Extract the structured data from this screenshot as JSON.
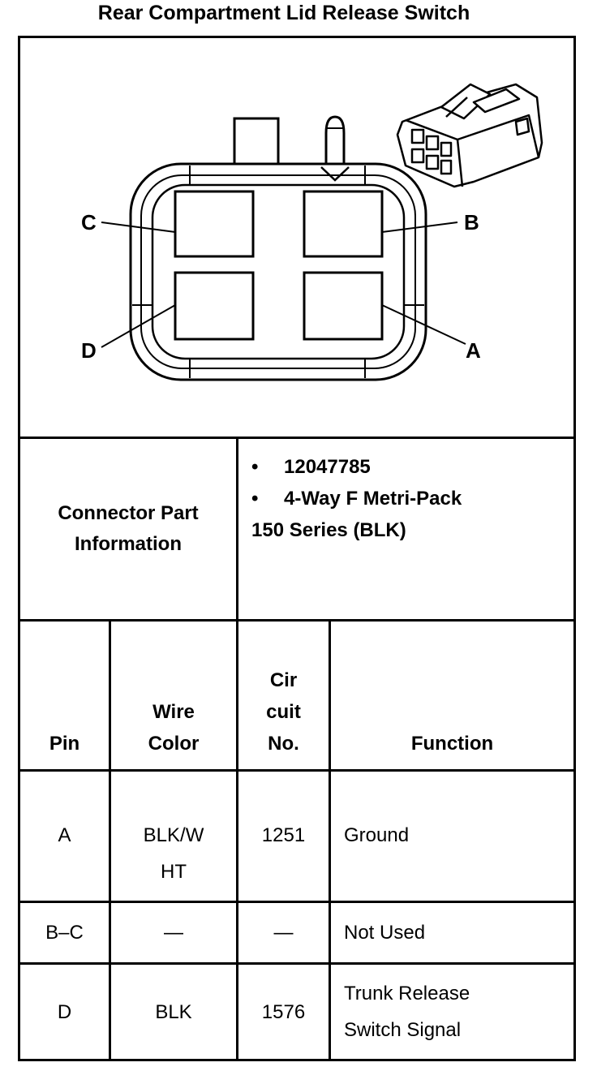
{
  "title": "Rear Compartment Lid Release Switch",
  "diagram": {
    "pin_labels": [
      "A",
      "B",
      "C",
      "D"
    ]
  },
  "connector": {
    "label_line1": "Connector Part",
    "label_line2": "Information",
    "bullet": "•",
    "part_number": "12047785",
    "description_line1": "4-Way F Metri-Pack",
    "description_line2": "150 Series (BLK)"
  },
  "table": {
    "headers": {
      "pin": "Pin",
      "wire_color_line1": "Wire",
      "wire_color_line2": "Color",
      "circuit_line1": "Cir",
      "circuit_line2": "cuit",
      "circuit_line3": "No.",
      "function": "Function"
    },
    "rows": [
      {
        "pin": "A",
        "wire_line1": "BLK/W",
        "wire_line2": "HT",
        "circuit": "1251",
        "function_line1": "Ground",
        "function_line2": ""
      },
      {
        "pin": "B–C",
        "wire_line1": "—",
        "wire_line2": "",
        "circuit": "—",
        "function_line1": "Not Used",
        "function_line2": ""
      },
      {
        "pin": "D",
        "wire_line1": "BLK",
        "wire_line2": "",
        "circuit": "1576",
        "function_line1": "Trunk Release",
        "function_line2": "Switch Signal"
      }
    ]
  }
}
